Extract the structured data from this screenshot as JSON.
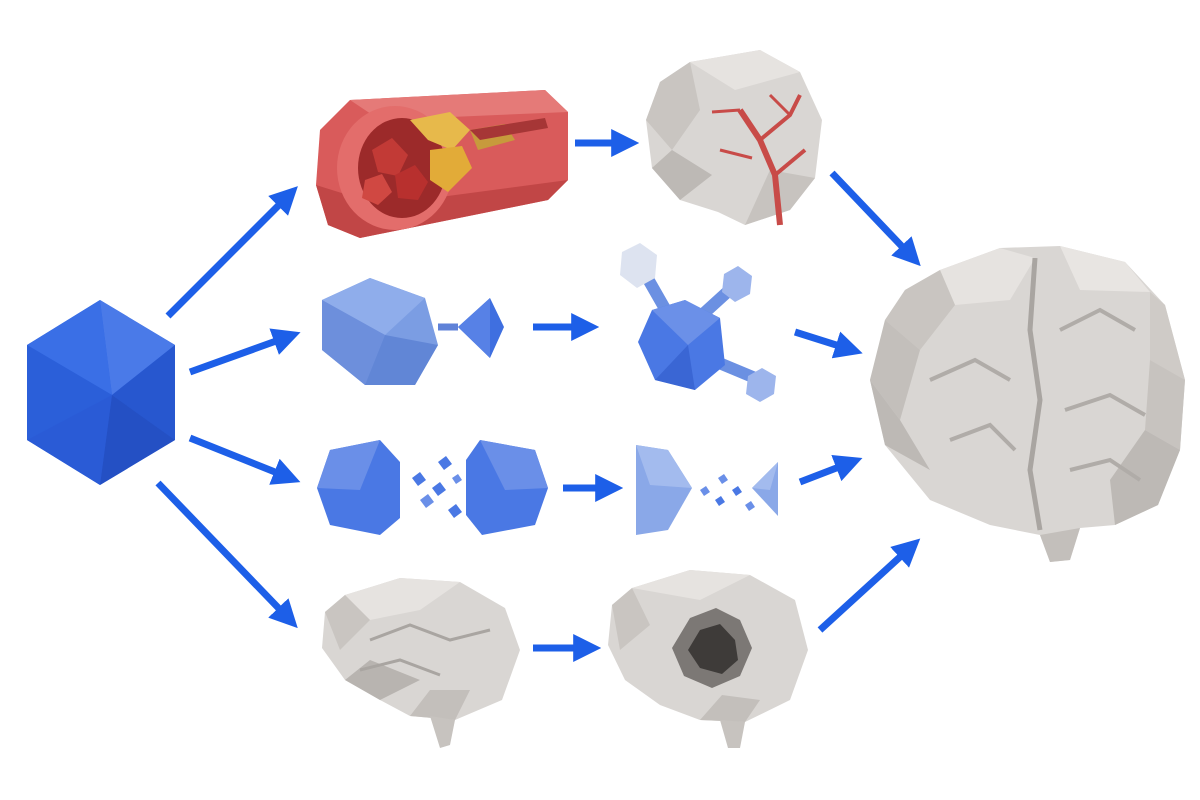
{
  "diagram": {
    "kind": "low-poly pathway diagram",
    "text_labels": [],
    "colors": {
      "arrow": "#1d5fe8",
      "hexagon": "#2f66e3",
      "hexagon_light": "#5f8be6",
      "artery_outer": "#d95b5b",
      "artery_inner": "#a32d2d",
      "plaque": "#e7b94b",
      "brain": "#d9d6d3",
      "brain_shadow": "#b8b4b0",
      "vessel_red": "#c84b48"
    },
    "nodes": [
      {
        "id": "source",
        "icon": "blue-hexagon-icon"
      },
      {
        "id": "artery",
        "icon": "blocked-artery-icon"
      },
      {
        "id": "vessel-brain",
        "icon": "brain-with-vessels-icon"
      },
      {
        "id": "hexagon-diamond",
        "icon": "hexagon-with-diamond-icon"
      },
      {
        "id": "molecule",
        "icon": "molecule-icon"
      },
      {
        "id": "split-fragments",
        "icon": "split-fragments-icon"
      },
      {
        "id": "half-fragments",
        "icon": "half-fragments-icon"
      },
      {
        "id": "shrunk-brain",
        "icon": "shrunk-brain-icon"
      },
      {
        "id": "hollow-brain",
        "icon": "hollow-brain-icon"
      },
      {
        "id": "outcome-brain",
        "icon": "large-brain-icon"
      }
    ]
  }
}
